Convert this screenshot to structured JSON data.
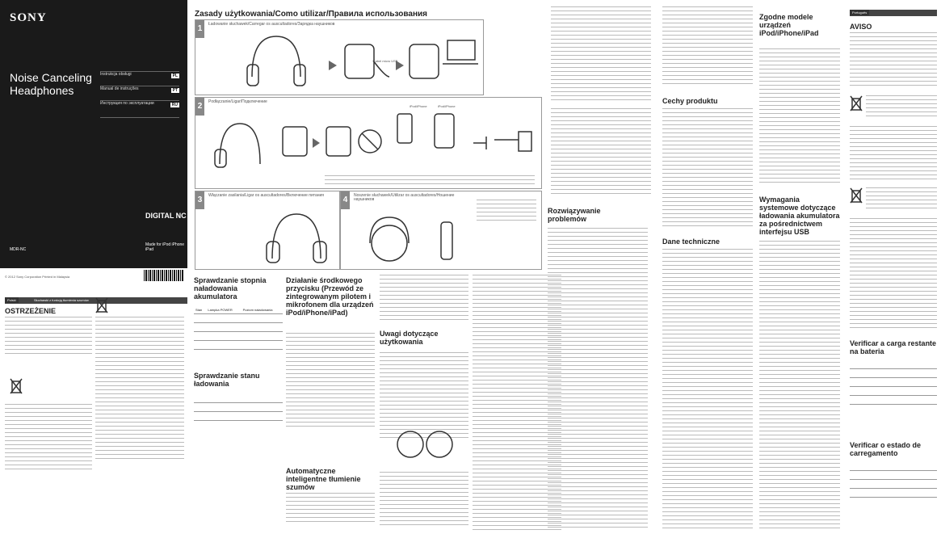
{
  "cover": {
    "brand": "SONY",
    "product": "Noise Canceling Headphones",
    "languages": [
      {
        "label": "Instrukcja obsługi",
        "code": "PL"
      },
      {
        "label": "Manual de instruções",
        "code": "PT"
      },
      {
        "label": "Инструкция по эксплуатации",
        "code": "RU"
      }
    ],
    "digital": "DIGITAL NC",
    "ipod_line": "Made for iPod iPhone iPad",
    "model": "MDR-NC"
  },
  "copyright": "© 2012 Sony Corporation  Printed in Malaysia",
  "main_title": "Zasady użytkowania/Como utilizar/Правила использования",
  "steps": [
    {
      "no": "1",
      "title": "Ładowanie słuchawek/Carregar os auscultadores/Зарядка наушников"
    },
    {
      "no": "2",
      "title": "Podłączanie/Ligar/Подключение"
    },
    {
      "no": "3",
      "title": "Włączanie zasilania/Ligar os auscultadores/Включение питания"
    },
    {
      "no": "4",
      "title": "Noszenie słuchawek/Utilizar os auscultadores/Ношение наушников"
    }
  ],
  "step_labels": {
    "usb": "Kabel micro USB",
    "iphone": "iPod/iPhone",
    "ipod": "iPod/iPhone"
  },
  "pl_header": {
    "code": "Polski",
    "label": "Słuchawki z funkcją tłumienia szumów"
  },
  "warning": "OSTRZEŻENIE",
  "columns": {
    "charge_status": "Sprawdzanie stopnia naładowania akumulatora",
    "charge_status_head": [
      "Stan",
      "Lampka POWER",
      "Poziom naładowania"
    ],
    "power_status": "Sprawdzanie stanu ładowania",
    "center_button": "Działanie środkowego przycisku (Przewód ze zintegrowanym pilotem i mikrofonem dla urządzeń iPod/iPhone/iPad)",
    "auto_nc": "Automatyczne inteligentne tłumienie szumów",
    "notes": "Uwagi dotyczące użytkowania",
    "troubleshoot": "Rozwiązywanie problemów",
    "features": "Cechy produktu",
    "specs": "Dane techniczne",
    "compatible": "Zgodne modele urządzeń iPod/iPhone/iPad",
    "system_req": "Wymagania systemowe dotyczące ładowania akumulatora za pośrednictwem interfejsu USB",
    "aviso": "AVISO",
    "pt_header": "Português",
    "verify_charge": "Verificar a carga restante na bateria",
    "verify_state": "Verificar o estado de carregamento"
  }
}
